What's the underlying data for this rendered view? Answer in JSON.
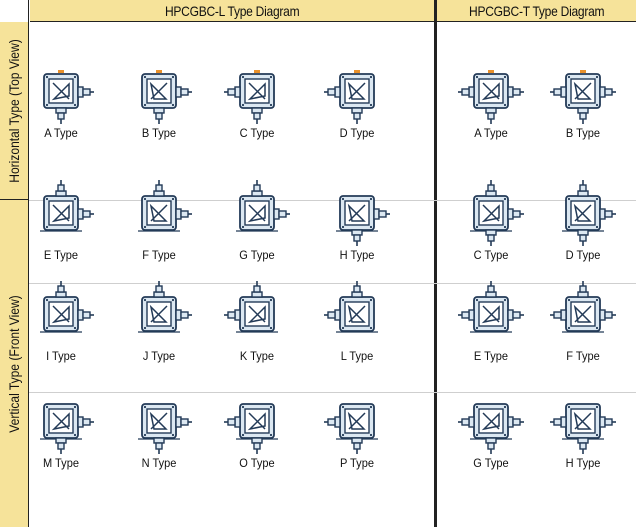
{
  "headers": {
    "l_title": "HPCGBC-L Type Diagram",
    "t_title": "HPCGBC-T Type Diagram"
  },
  "side": {
    "horizontal": "Horizontal Type (Top View)",
    "vertical": "Vertical Type (Front View)"
  },
  "colors": {
    "header_bg": "#f6e39a",
    "gearbox_fill": "#dce8f2",
    "gearbox_line": "#233a57",
    "indicator": "#e8902a"
  },
  "l_types": [
    {
      "label": "A Type",
      "view": "top",
      "shafts": [
        "right",
        "bottom"
      ],
      "dir": "a"
    },
    {
      "label": "B Type",
      "view": "top",
      "shafts": [
        "right",
        "bottom"
      ],
      "dir": "b"
    },
    {
      "label": "C Type",
      "view": "top",
      "shafts": [
        "left",
        "bottom"
      ],
      "dir": "a"
    },
    {
      "label": "D Type",
      "view": "top",
      "shafts": [
        "left",
        "bottom"
      ],
      "dir": "b"
    },
    {
      "label": "E Type",
      "view": "front",
      "shafts": [
        "top",
        "right"
      ],
      "dir": "a"
    },
    {
      "label": "F Type",
      "view": "front",
      "shafts": [
        "top",
        "right"
      ],
      "dir": "b"
    },
    {
      "label": "G Type",
      "view": "front",
      "shafts": [
        "top",
        "right"
      ],
      "dir": "a"
    },
    {
      "label": "H Type",
      "view": "front",
      "shafts": [
        "bottom",
        "right"
      ],
      "dir": "b"
    },
    {
      "label": "I Type",
      "view": "front",
      "shafts": [
        "top",
        "right"
      ],
      "dir": "a"
    },
    {
      "label": "J Type",
      "view": "front",
      "shafts": [
        "top",
        "right"
      ],
      "dir": "b"
    },
    {
      "label": "K Type",
      "view": "front",
      "shafts": [
        "top",
        "left"
      ],
      "dir": "a"
    },
    {
      "label": "L Type",
      "view": "front",
      "shafts": [
        "top",
        "left"
      ],
      "dir": "b"
    },
    {
      "label": "M Type",
      "view": "front",
      "shafts": [
        "right",
        "bottom"
      ],
      "dir": "a"
    },
    {
      "label": "N Type",
      "view": "front",
      "shafts": [
        "right",
        "bottom"
      ],
      "dir": "b"
    },
    {
      "label": "O Type",
      "view": "front",
      "shafts": [
        "left",
        "bottom"
      ],
      "dir": "a"
    },
    {
      "label": "P Type",
      "view": "front",
      "shafts": [
        "left",
        "bottom"
      ],
      "dir": "b"
    }
  ],
  "t_types": [
    {
      "label": "A Type",
      "view": "top",
      "shafts": [
        "left",
        "right",
        "bottom"
      ],
      "dir": "a"
    },
    {
      "label": "B Type",
      "view": "top",
      "shafts": [
        "left",
        "right",
        "bottom"
      ],
      "dir": "b"
    },
    {
      "label": "C Type",
      "view": "front",
      "shafts": [
        "top",
        "right",
        "bottom"
      ],
      "dir": "a"
    },
    {
      "label": "D Type",
      "view": "front",
      "shafts": [
        "top",
        "right",
        "bottom"
      ],
      "dir": "b"
    },
    {
      "label": "E Type",
      "view": "front",
      "shafts": [
        "top",
        "left",
        "right"
      ],
      "dir": "a"
    },
    {
      "label": "F Type",
      "view": "front",
      "shafts": [
        "top",
        "left",
        "right"
      ],
      "dir": "b"
    },
    {
      "label": "G Type",
      "view": "front",
      "shafts": [
        "left",
        "right",
        "bottom"
      ],
      "dir": "a"
    },
    {
      "label": "H Type",
      "view": "front",
      "shafts": [
        "left",
        "right",
        "bottom"
      ],
      "dir": "b"
    }
  ]
}
